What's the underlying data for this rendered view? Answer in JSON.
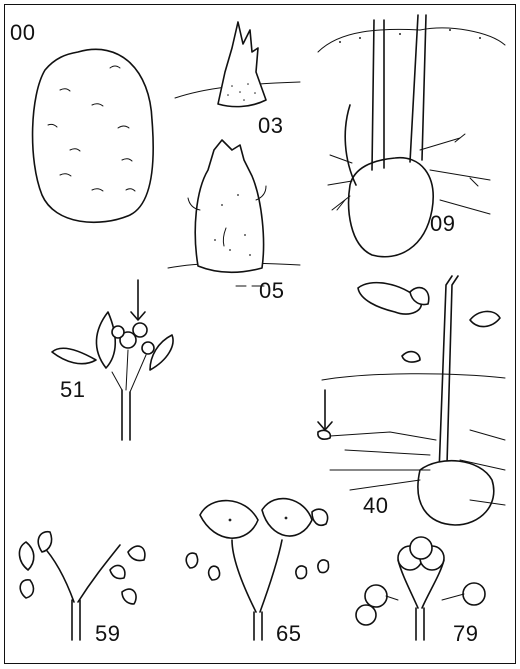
{
  "stages": [
    {
      "code": "00"
    },
    {
      "code": "03"
    },
    {
      "code": "05"
    },
    {
      "code": "09"
    },
    {
      "code": "51"
    },
    {
      "code": "40"
    },
    {
      "code": "59"
    },
    {
      "code": "65"
    },
    {
      "code": "79"
    }
  ]
}
